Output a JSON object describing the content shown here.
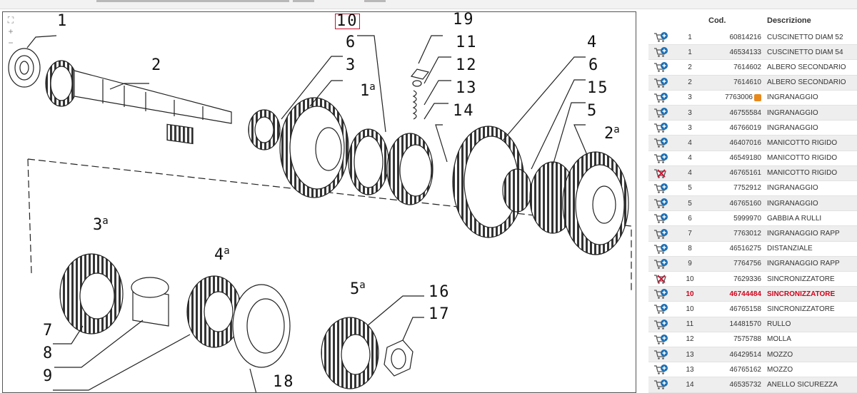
{
  "diagram": {
    "zoom_controls": [
      "⛶",
      "+",
      "−"
    ],
    "callouts": [
      "1",
      "2",
      "3",
      "4",
      "5",
      "6",
      "7",
      "8",
      "9",
      "10",
      "11",
      "12",
      "13",
      "14",
      "15",
      "16",
      "17",
      "18",
      "19",
      "6"
    ],
    "highlighted_callout": "10",
    "gear_labels": [
      {
        "text": "1",
        "sup": "a"
      },
      {
        "text": "2",
        "sup": "a"
      },
      {
        "text": "3",
        "sup": "a"
      },
      {
        "text": "4",
        "sup": "a"
      },
      {
        "text": "5",
        "sup": "a"
      }
    ]
  },
  "parts_table": {
    "headers": {
      "cod": "Cod.",
      "descrizione": "Descrizione"
    },
    "icons": {
      "add": "add-to-cart-icon",
      "unavailable": "cart-unavailable-icon",
      "info": "info-icon"
    },
    "colors": {
      "accent": "#1a6fb5",
      "selected": "#d0021b",
      "unavailable": "#c8102e"
    },
    "rows": [
      {
        "pos": "1",
        "code": "60814216",
        "desc": "CUSCINETTO DIAM 52"
      },
      {
        "pos": "1",
        "code": "46534133",
        "desc": "CUSCINETTO DIAM 54"
      },
      {
        "pos": "2",
        "code": "7614602",
        "desc": "ALBERO SECONDARIO"
      },
      {
        "pos": "2",
        "code": "7614610",
        "desc": "ALBERO SECONDARIO"
      },
      {
        "pos": "3",
        "code": "7763006",
        "desc": "INGRANAGGIO"
      },
      {
        "pos": "3",
        "code": "46755584",
        "desc": "INGRANAGGIO"
      },
      {
        "pos": "3",
        "code": "46766019",
        "desc": "INGRANAGGIO"
      },
      {
        "pos": "4",
        "code": "46407016",
        "desc": "MANICOTTO RIGIDO"
      },
      {
        "pos": "4",
        "code": "46549180",
        "desc": "MANICOTTO RIGIDO"
      },
      {
        "pos": "4",
        "code": "46765161",
        "desc": "MANICOTTO RIGIDO"
      },
      {
        "pos": "5",
        "code": "7752912",
        "desc": "INGRANAGGIO"
      },
      {
        "pos": "5",
        "code": "46765160",
        "desc": "INGRANAGGIO"
      },
      {
        "pos": "6",
        "code": "5999970",
        "desc": "GABBIA A RULLI"
      },
      {
        "pos": "7",
        "code": "7763012",
        "desc": "INGRANAGGIO RAPP"
      },
      {
        "pos": "8",
        "code": "46516275",
        "desc": "DISTANZIALE"
      },
      {
        "pos": "9",
        "code": "7764756",
        "desc": "INGRANAGGIO RAPP"
      },
      {
        "pos": "10",
        "code": "7629336",
        "desc": "SINCRONIZZATORE"
      },
      {
        "pos": "10",
        "code": "46744484",
        "desc": "SINCRONIZZATORE"
      },
      {
        "pos": "10",
        "code": "46765158",
        "desc": "SINCRONIZZATORE"
      },
      {
        "pos": "11",
        "code": "14481570",
        "desc": "RULLO"
      },
      {
        "pos": "12",
        "code": "7575788",
        "desc": "MOLLA"
      },
      {
        "pos": "13",
        "code": "46429514",
        "desc": "MOZZO"
      },
      {
        "pos": "13",
        "code": "46765162",
        "desc": "MOZZO"
      },
      {
        "pos": "14",
        "code": "46535732",
        "desc": "ANELLO SICUREZZA"
      }
    ]
  }
}
